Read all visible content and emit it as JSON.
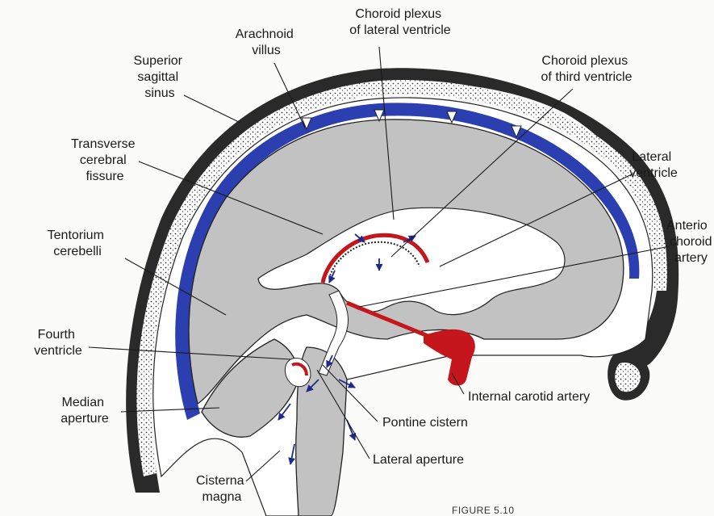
{
  "labels": {
    "arachnoid_villus": [
      "Arachnoid",
      "villus"
    ],
    "choroid_lateral": [
      "Choroid plexus",
      "of lateral ventricle"
    ],
    "choroid_third": [
      "Choroid plexus",
      "of third ventricle"
    ],
    "superior_sagittal_sinus": [
      "Superior",
      "sagittal",
      "sinus"
    ],
    "transverse_fissure": [
      "Transverse",
      "cerebral",
      "fissure"
    ],
    "lateral_ventricle": [
      "Lateral",
      "ventricle"
    ],
    "anterior_choroid_artery": [
      "Anterio",
      "choroid",
      "artery"
    ],
    "tentorium": [
      "Tentorium",
      "cerebelli"
    ],
    "fourth_ventricle": [
      "Fourth",
      "ventricle"
    ],
    "internal_carotid": "Internal carotid artery",
    "median_aperture": [
      "Median",
      "aperture"
    ],
    "pontine_cistern": "Pontine cistern",
    "lateral_aperture": "Lateral aperture",
    "cisterna_magna": [
      "Cisterna",
      "magna"
    ]
  },
  "caption": "FIGURE 5.10",
  "colors": {
    "venous_sinus": "#2b3fb0",
    "artery": "#c4161c",
    "brain": "#c2c2c2",
    "csf_space": "#ffffff",
    "skull": "#2a2a2a"
  }
}
